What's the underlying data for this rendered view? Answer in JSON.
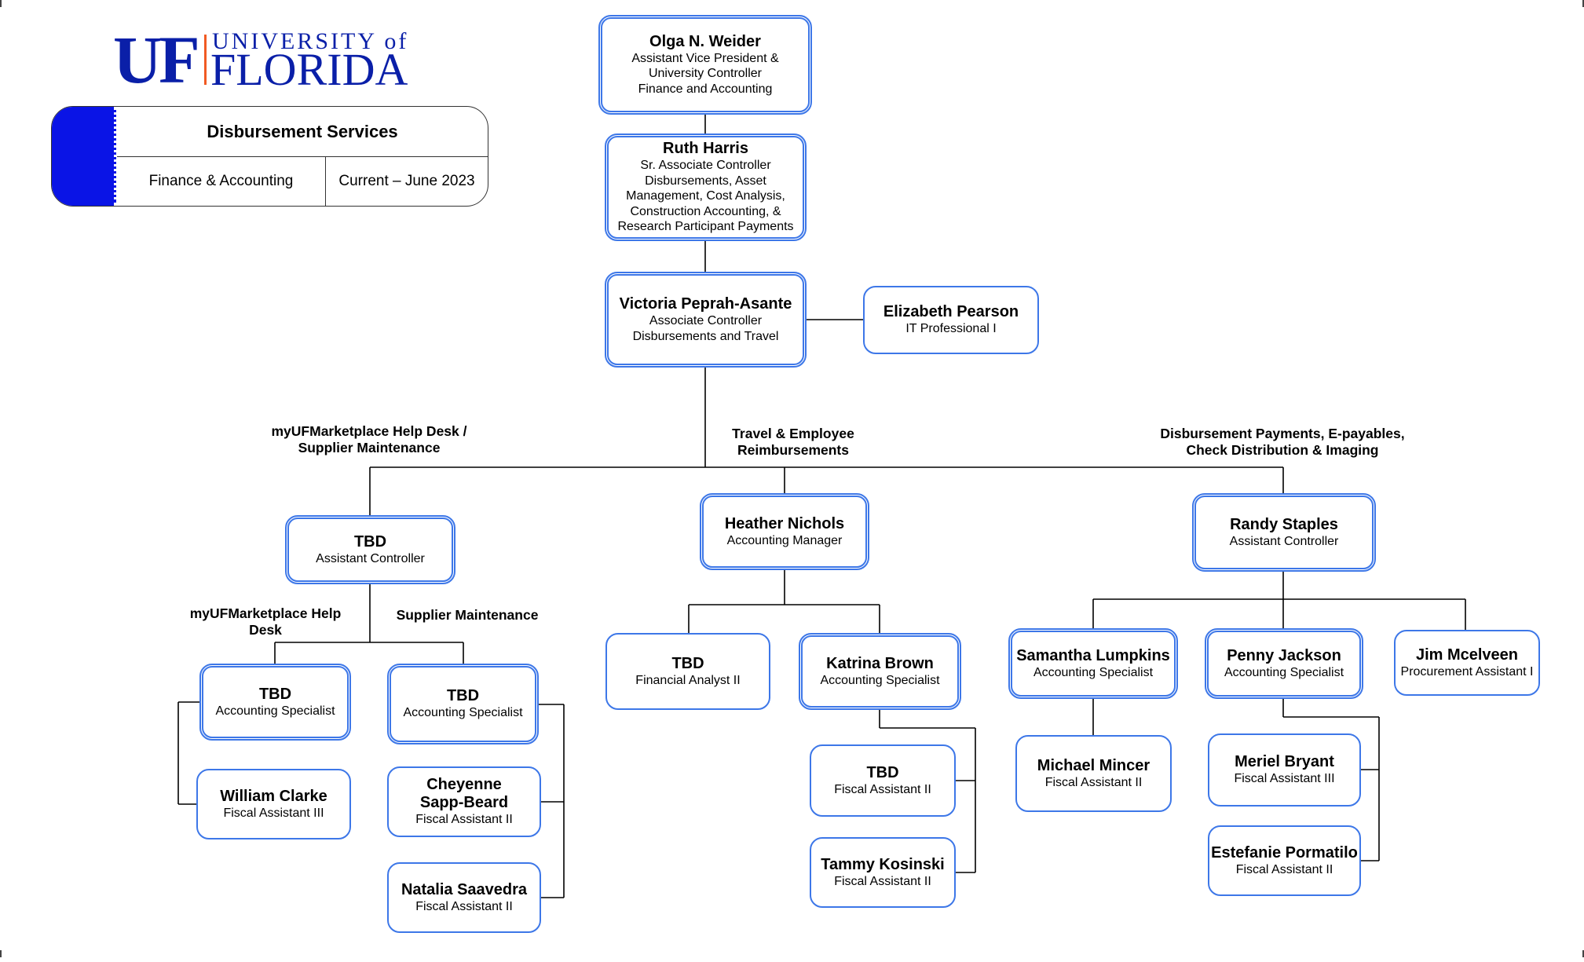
{
  "logo": {
    "mark": "UF",
    "university": "UNIVERSITY of",
    "state": "FLORIDA"
  },
  "header": {
    "title": "Disbursement Services",
    "department": "Finance & Accounting",
    "date": "Current – June 2023",
    "accent_color": "#0a14e6"
  },
  "colors": {
    "box_border": "#3d77e8",
    "line": "#000000",
    "logo": "#0a1fa8",
    "logo_bar": "#f15a22"
  },
  "section_labels": {
    "help_desk_supplier": [
      "myUFMarketplace Help Desk /",
      "Supplier Maintenance"
    ],
    "travel": [
      "Travel & Employee",
      "Reimbursements"
    ],
    "disbursement": [
      "Disbursement Payments, E-payables,",
      "Check Distribution & Imaging"
    ],
    "help_desk": [
      "myUFMarketplace Help",
      "Desk"
    ],
    "supplier": "Supplier Maintenance"
  },
  "people": {
    "weider": {
      "name": "Olga N. Weider",
      "title": [
        "Assistant Vice President &",
        "University Controller",
        "Finance and Accounting"
      ]
    },
    "harris": {
      "name": "Ruth Harris",
      "title": [
        "Sr. Associate Controller",
        "Disbursements, Asset",
        "Management, Cost Analysis,",
        "Construction Accounting, &",
        "Research Participant Payments"
      ]
    },
    "peprah": {
      "name": "Victoria Peprah-Asante",
      "title": [
        "Associate Controller",
        "Disbursements and Travel"
      ]
    },
    "pearson": {
      "name": "Elizabeth Pearson",
      "title": [
        "IT Professional I"
      ]
    },
    "tbd_ac": {
      "name": "TBD",
      "title": [
        "Assistant Controller"
      ]
    },
    "nichols": {
      "name": "Heather Nichols",
      "title": [
        "Accounting Manager"
      ]
    },
    "staples": {
      "name": "Randy Staples",
      "title": [
        "Assistant Controller"
      ]
    },
    "tbd_as1": {
      "name": "TBD",
      "title": [
        "Accounting Specialist"
      ]
    },
    "tbd_as2": {
      "name": "TBD",
      "title": [
        "Accounting Specialist"
      ]
    },
    "clarke": {
      "name": "William Clarke",
      "title": [
        "Fiscal Assistant III"
      ]
    },
    "sapp": {
      "name": "Cheyenne Sapp-Beard",
      "name_lines": [
        "Cheyenne",
        "Sapp-Beard"
      ],
      "title": [
        "Fiscal Assistant II"
      ]
    },
    "saavedra": {
      "name": "Natalia Saavedra",
      "title": [
        "Fiscal Assistant II"
      ]
    },
    "tbd_fa": {
      "name": "TBD",
      "title": [
        "Financial Analyst II"
      ]
    },
    "brown": {
      "name": "Katrina Brown",
      "title": [
        "Accounting Specialist"
      ]
    },
    "tbd_fa2": {
      "name": "TBD",
      "title": [
        "Fiscal Assistant II"
      ]
    },
    "kosinski": {
      "name": "Tammy Kosinski",
      "title": [
        "Fiscal Assistant II"
      ]
    },
    "lumpkins": {
      "name": "Samantha Lumpkins",
      "title": [
        "Accounting Specialist"
      ]
    },
    "jackson": {
      "name": "Penny Jackson",
      "title": [
        "Accounting Specialist"
      ]
    },
    "mcelveen": {
      "name": "Jim Mcelveen",
      "title": [
        "Procurement Assistant I"
      ]
    },
    "mincer": {
      "name": "Michael Mincer",
      "title": [
        "Fiscal Assistant II"
      ]
    },
    "bryant": {
      "name": "Meriel Bryant",
      "title": [
        "Fiscal Assistant III"
      ]
    },
    "portatilo": {
      "name": "Estefanie Pormatilo",
      "title": [
        "Fiscal Assistant II"
      ]
    }
  }
}
